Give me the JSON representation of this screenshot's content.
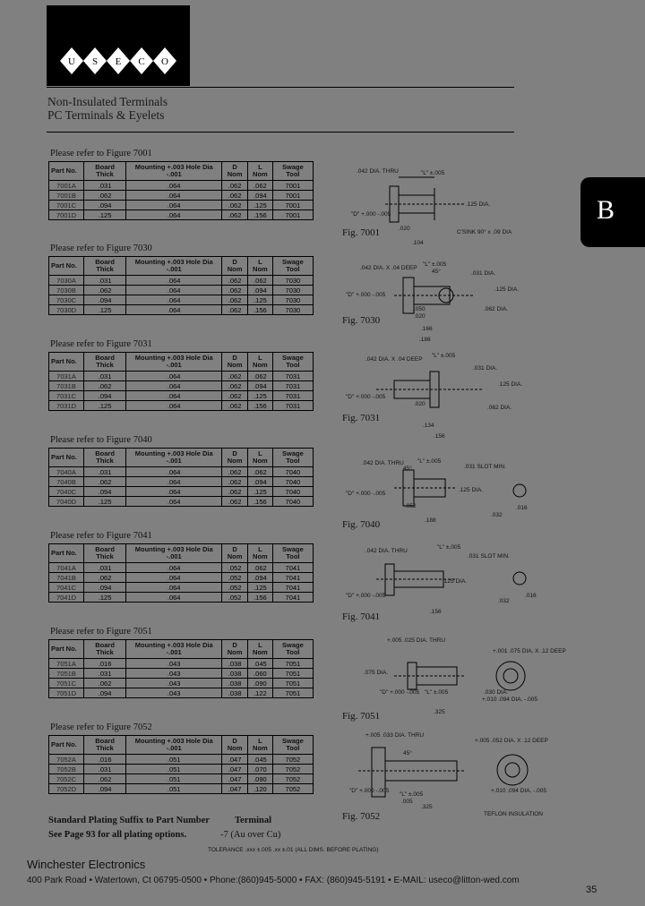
{
  "brand": {
    "logo_letters": [
      "U",
      "S",
      "E",
      "C",
      "O"
    ]
  },
  "tab_letter": "B",
  "heading": {
    "line1": "Non-Insulated Terminals",
    "line2": "PC Terminals & Eyelets"
  },
  "columns": {
    "part_no": "Part No.",
    "board": "Board Thick",
    "mount": "Mounting +.003 Hole Dia -.001",
    "mount_alt": "Mounting +.003 Hole Dia -.001",
    "d": "D Nom",
    "l": "L Nom",
    "swage": "Swage Tool"
  },
  "sections": [
    {
      "ref": "Please refer to Figure 7001",
      "fig": "Fig. 7001",
      "rows": [
        [
          "7001A",
          ".031",
          ".064",
          ".062",
          ".062",
          "7001"
        ],
        [
          "7001B",
          ".062",
          ".064",
          ".062",
          ".094",
          "7001"
        ],
        [
          "7001C",
          ".094",
          ".064",
          ".062",
          ".125",
          "7001"
        ],
        [
          "7001D",
          ".125",
          ".064",
          ".062",
          ".156",
          "7001"
        ]
      ]
    },
    {
      "ref": "Please refer to Figure 7030",
      "fig": "Fig. 7030",
      "rows": [
        [
          "7030A",
          ".031",
          ".064",
          ".062",
          ".062",
          "7030"
        ],
        [
          "7030B",
          ".062",
          ".064",
          ".062",
          ".094",
          "7030"
        ],
        [
          "7030C",
          ".094",
          ".064",
          ".062",
          ".125",
          "7030"
        ],
        [
          "7030D",
          ".125",
          ".064",
          ".062",
          ".156",
          "7030"
        ]
      ]
    },
    {
      "ref": "Please refer to Figure 7031",
      "fig": "Fig. 7031",
      "rows": [
        [
          "7031A",
          ".031",
          ".064",
          ".062",
          ".062",
          "7031"
        ],
        [
          "7031B",
          ".062",
          ".064",
          ".062",
          ".094",
          "7031"
        ],
        [
          "7031C",
          ".094",
          ".064",
          ".062",
          ".125",
          "7031"
        ],
        [
          "7031D",
          ".125",
          ".064",
          ".062",
          ".156",
          "7031"
        ]
      ]
    },
    {
      "ref": "Please refer to Figure 7040",
      "fig": "Fig. 7040",
      "rows": [
        [
          "7040A",
          ".031",
          ".064",
          ".062",
          ".062",
          "7040"
        ],
        [
          "7040B",
          ".062",
          ".064",
          ".062",
          ".094",
          "7040"
        ],
        [
          "7040C",
          ".094",
          ".064",
          ".062",
          ".125",
          "7040"
        ],
        [
          "7040D",
          ".125",
          ".064",
          ".062",
          ".156",
          "7040"
        ]
      ]
    },
    {
      "ref": "Please refer to Figure 7041",
      "fig": "Fig. 7041",
      "rows": [
        [
          "7041A",
          ".031",
          ".064",
          ".052",
          ".062",
          "7041"
        ],
        [
          "7041B",
          ".062",
          ".064",
          ".052",
          ".094",
          "7041"
        ],
        [
          "7041C",
          ".094",
          ".064",
          ".052",
          ".125",
          "7041"
        ],
        [
          "7041D",
          ".125",
          ".064",
          ".052",
          ".156",
          "7041"
        ]
      ]
    },
    {
      "ref": "Please refer to Figure 7051",
      "fig": "Fig. 7051",
      "rows": [
        [
          "7051A",
          ".016",
          ".043",
          ".038",
          ".045",
          "7051"
        ],
        [
          "7051B",
          ".031",
          ".043",
          ".038",
          ".060",
          "7051"
        ],
        [
          "7051C",
          ".062",
          ".043",
          ".038",
          ".090",
          "7051"
        ],
        [
          "7051D",
          ".094",
          ".043",
          ".038",
          ".122",
          "7051"
        ]
      ]
    },
    {
      "ref": "Please refer to Figure 7052",
      "fig": "Fig. 7052",
      "rows": [
        [
          "7052A",
          ".016",
          ".051",
          ".047",
          ".045",
          "7052"
        ],
        [
          "7052B",
          ".031",
          ".051",
          ".047",
          ".070",
          "7052"
        ],
        [
          "7052C",
          ".062",
          ".051",
          ".047",
          ".090",
          "7052"
        ],
        [
          "7052D",
          ".094",
          ".051",
          ".047",
          ".120",
          "7052"
        ]
      ]
    }
  ],
  "dims": {
    "d7001": [
      ".042 DIA. THRU",
      "\"L\" ±.005",
      ".125 DIA.",
      "\"D\" +.000 -.005",
      ".020",
      ".104",
      "C'SINK 90° x .09 DIA"
    ],
    "d7030": [
      ".042 DIA. X .04 DEEP",
      "\"L\" ±.005",
      "45°",
      ".031 DIA.",
      ".125 DIA.",
      "\"D\" +.000 -.005",
      ".050",
      ".020",
      ".062 DIA.",
      ".166",
      ".188"
    ],
    "d7031": [
      ".042 DIA. X .04 DEEP",
      "\"L\" ±.005",
      ".031 DIA.",
      ".125 DIA.",
      "\"D\" +.000 -.005",
      ".020",
      ".062 DIA.",
      ".134",
      ".156"
    ],
    "d7040": [
      ".042 DIA. THRU",
      "\"L\" ±.005",
      "45°",
      ".031 SLOT MIN.",
      ".125 DIA.",
      "\"D\" +.000 -.005",
      ".052",
      ".188",
      ".032",
      ".016"
    ],
    "d7041": [
      ".042 DIA. THRU",
      "\"L\" ±.005",
      ".031 SLOT MIN.",
      ".125 DIA.",
      "\"D\" +.000 -.005",
      ".156",
      ".032",
      ".016"
    ],
    "d7051": [
      "+.005 .025 DIA. THRU",
      "+.001 .075 DIA. X .12 DEEP",
      ".075 DIA.",
      "\"D\" +.000 -.005",
      "\"L\" ±.005",
      ".325",
      ".030 DIA.",
      "+.010 .094 DIA. -.005"
    ],
    "d7052": [
      "+.005 .033 DIA. THRU",
      "+.005 .052 DIA. X .12 DEEP",
      "45°",
      "\"D\" +.000 -.005",
      "\"L\" ±.005",
      ".005",
      ".325",
      "+.010 .094 DIA. -.005",
      "TEFLON INSULATION"
    ]
  },
  "plating": {
    "line1": "Standard Plating Suffix to Part Number",
    "line1_right": "Terminal",
    "line2": "See Page 93 for all plating options.",
    "line2_right": "-7 (Au over Cu)"
  },
  "tolerance": "TOLERANCE .xxx ±.005  .xx ±.01     (ALL DIMS. BEFORE PLATING)",
  "footer": {
    "company": "Winchester Electronics",
    "address": "400 Park Road • Watertown, Ct 06795-0500 • Phone:(860)945-5000 • FAX: (860)945-5191 • E-MAIL: useco@litton-wed.com",
    "page": "35"
  }
}
